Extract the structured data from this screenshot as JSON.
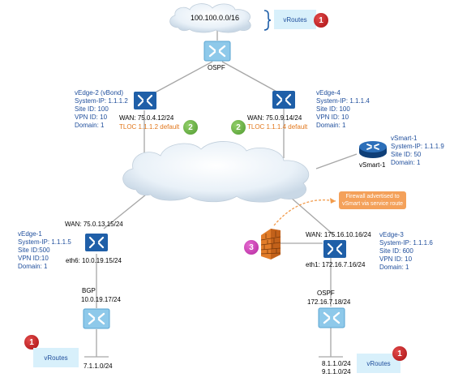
{
  "top": {
    "network": "100.100.0.0/16",
    "vroutes": "vRoutes",
    "badge": "1",
    "protocol": "OSPF"
  },
  "vedge2": {
    "lines": [
      "vEdge-2 (vBond)",
      "System-IP: 1.1.1.2",
      "Site ID: 100",
      "VPN ID: 10",
      "Domain: 1"
    ],
    "wan": "WAN: 75.0.4.12/24",
    "tloc": "TLOC 1.1.1.2 default",
    "badge": "2"
  },
  "vedge4": {
    "lines": [
      "vEdge-4",
      "System-IP: 1.1.1.4",
      "Site ID: 100",
      "VPN ID: 10",
      "Domain: 1"
    ],
    "wan": "WAN: 75.0.9.14/24",
    "tloc": "TLOC 1.1.1.4 default",
    "badge": "2"
  },
  "vsmart": {
    "lines": [
      "vSmart-1",
      "System-IP: 1.1.1.9",
      "Site ID: 50",
      "Domain: 1"
    ],
    "label": "vSmart-1"
  },
  "vedge1": {
    "wan": "WAN: 75.0.13.15/24",
    "lines": [
      "vEdge-1",
      "System-IP: 1.1.1.5",
      "Site ID:500",
      "VPN ID:10",
      "Domain: 1"
    ],
    "eth": "eth6: 10.0.19.15/24",
    "protocol": "BGP",
    "peer": "10.0.19.17/24",
    "badge": "1",
    "vroutes": "vRoutes",
    "subnet": "7.1.1.0/24"
  },
  "vedge3": {
    "wan": "WAN: 175.16.10.16/24",
    "lines": [
      "vEdge-3",
      "System-IP: 1.1.1.6",
      "Site ID: 600",
      "VPN ID: 10",
      "Domain: 1"
    ],
    "eth": "eth1: 172.16.7.16/24",
    "protocol": "OSPF",
    "peer": "172.16.7.18/24",
    "subnets": [
      "8.1.1.0/24",
      "9.1.1.0/24"
    ],
    "vroutes": "vRoutes",
    "badge": "1"
  },
  "firewall": {
    "callout": [
      "Firewall advertised to",
      "vSmart via service route"
    ],
    "badge": "3"
  },
  "colors": {
    "label_blue": "#1f4e9c",
    "tloc_orange": "#e2781d",
    "badge_red": "#c0181c",
    "badge_green": "#6db33f",
    "badge_magenta": "#c93bb3",
    "router_blue": "#1f5fa8",
    "router_light": "#8ec9ea",
    "vroutes_box": "#d8f0fb",
    "callout_orange": "#f4a15a",
    "firewall_brick": "#e27d2a"
  },
  "icons": {
    "top_cloud": "cloud-icon",
    "wan_cloud": "cloud-icon",
    "ospf_router": "router-icon",
    "vedge_router": "router-icon",
    "vsmart_router": "round-router-icon",
    "firewall": "firewall-icon"
  }
}
